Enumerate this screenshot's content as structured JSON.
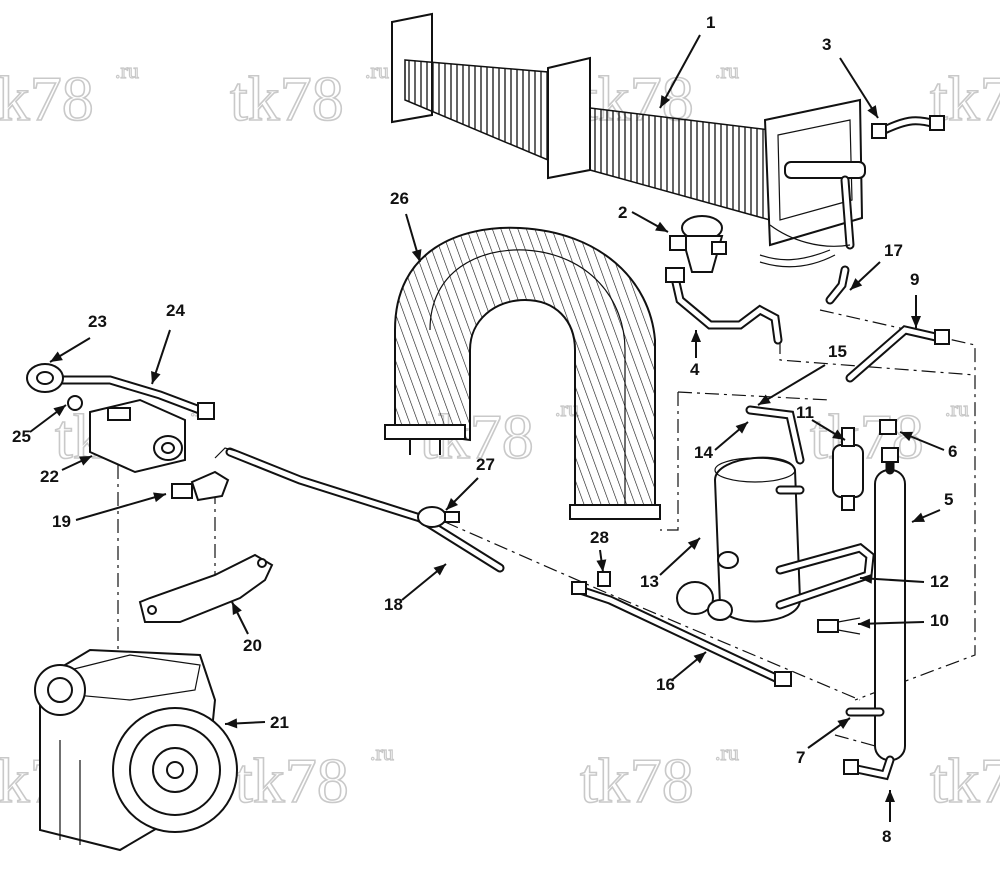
{
  "watermark": {
    "text": "tk78",
    "suffix": ".ru"
  },
  "callouts": [
    "1",
    "2",
    "3",
    "4",
    "5",
    "6",
    "7",
    "8",
    "9",
    "10",
    "11",
    "12",
    "13",
    "14",
    "15",
    "16",
    "17",
    "18",
    "19",
    "20",
    "21",
    "22",
    "23",
    "24",
    "25",
    "26",
    "27",
    "28"
  ],
  "colors": {
    "line": "#111111",
    "background": "#ffffff",
    "watermark": "#c9c9c9"
  }
}
